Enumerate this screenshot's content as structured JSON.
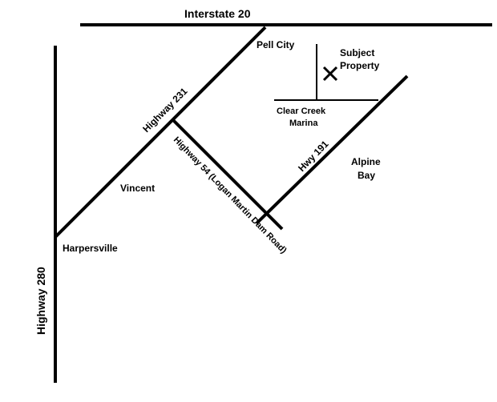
{
  "roads": {
    "interstate_20": "Interstate 20",
    "highway_231": "Highway 231",
    "highway_280": "Highway 280",
    "highway_54": "Highway 54 (Logan Martin Dam Road)",
    "hwy_191": "Hwy 191"
  },
  "places": {
    "pell_city": "Pell City",
    "vincent": "Vincent",
    "harpersville": "Harpersville",
    "alpine_bay_line1": "Alpine",
    "alpine_bay_line2": "Bay",
    "clear_creek_line1": "Clear Creek",
    "clear_creek_line2": "Marina"
  },
  "subject_property": {
    "line1": "Subject",
    "line2": "Property",
    "marker_icon": "x-marker-icon"
  },
  "colors": {
    "road": "#000000",
    "background": "#ffffff"
  }
}
